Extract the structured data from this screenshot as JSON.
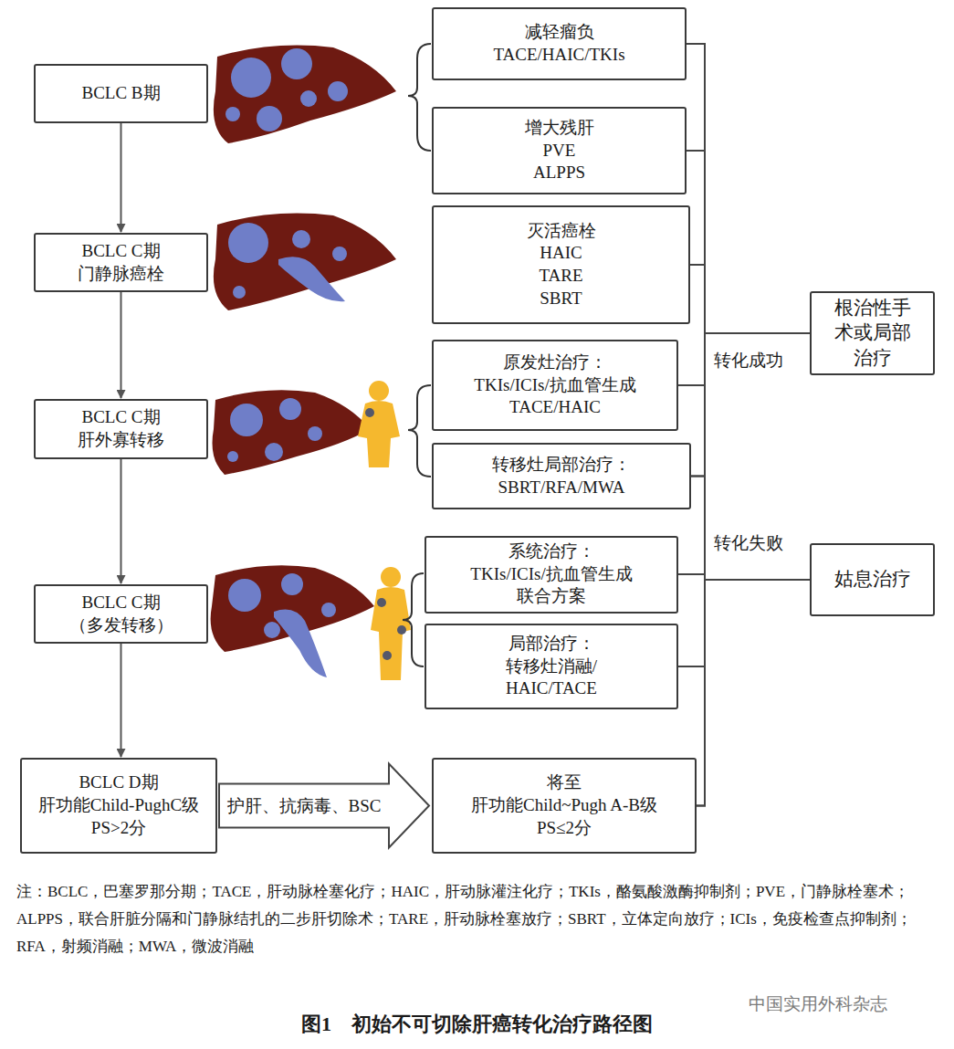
{
  "diagram": {
    "caption": "图1　初始不可切除肝癌转化治疗路径图",
    "nodes": [
      {
        "text": [
          "BCLC B期"
        ]
      },
      {
        "text": [
          "减轻瘤负",
          "TACE/HAIC/TKIs"
        ]
      },
      {
        "text": [
          "增大残肝",
          "PVE",
          "ALPPS"
        ]
      },
      {
        "text": [
          "BCLC C期",
          "门静脉癌栓"
        ]
      },
      {
        "text": [
          "灭活癌栓",
          "HAIC",
          "TARE",
          "SBRT"
        ]
      },
      {
        "text": [
          "原发灶治疗：",
          "TKIs/ICIs/抗血管生成",
          "TACE/HAIC"
        ]
      },
      {
        "text": [
          "根治性手术或局部治疗"
        ]
      },
      {
        "text": [
          "BCLC C期",
          "肝外寡转移"
        ]
      },
      {
        "text": [
          "转移灶局部治疗：",
          "SBRT/RFA/MWA"
        ]
      },
      {
        "text": [
          "系统治疗：",
          "TKIs/ICIs/抗血管生成",
          "联合方案"
        ]
      },
      {
        "text": [
          "姑息治疗"
        ]
      },
      {
        "text": [
          "BCLC C期",
          "（多发转移）"
        ]
      },
      {
        "text": [
          "局部治疗：",
          "转移灶消融/",
          "HAIC/TACE"
        ]
      },
      {
        "text": [
          "BCLC D期",
          "肝功能Child-PughC级",
          "PS>2分"
        ]
      },
      {
        "text": [
          "将至",
          "肝功能Child~Pugh A-B级",
          "PS≤2分"
        ]
      }
    ],
    "edges": [
      {
        "from": 0,
        "to": 3,
        "arrow": "to"
      },
      {
        "from": 3,
        "to": 7,
        "arrow": "to"
      },
      {
        "from": 7,
        "to": 11,
        "arrow": "to"
      },
      {
        "from": 11,
        "to": 13,
        "arrow": "to"
      },
      {
        "from": 13,
        "to": 14,
        "arrow": "to",
        "label": "护肝、抗病毒、BSC"
      },
      {
        "from": 1,
        "to": 6,
        "arrow": "none",
        "label": "转化成功"
      },
      {
        "from": 2,
        "to": 6,
        "arrow": "none"
      },
      {
        "from": 4,
        "to": 6,
        "arrow": "none"
      },
      {
        "from": 5,
        "to": 6,
        "arrow": "none"
      },
      {
        "from": 8,
        "to": 6,
        "arrow": "none"
      },
      {
        "from": 9,
        "to": 6,
        "arrow": "none"
      },
      {
        "from": 12,
        "to": 6,
        "arrow": "none"
      },
      {
        "from": 14,
        "to": 6,
        "arrow": "none"
      },
      {
        "from": 1,
        "to": 10,
        "arrow": "none",
        "label": "转化失败"
      },
      {
        "from": 2,
        "to": 10,
        "arrow": "none"
      },
      {
        "from": 4,
        "to": 10,
        "arrow": "none"
      },
      {
        "from": 5,
        "to": 10,
        "arrow": "none"
      },
      {
        "from": 8,
        "to": 10,
        "arrow": "none"
      },
      {
        "from": 9,
        "to": 10,
        "arrow": "none"
      },
      {
        "from": 12,
        "to": 10,
        "arrow": "none"
      },
      {
        "from": 14,
        "to": 10,
        "arrow": "none"
      }
    ],
    "labels": [
      "注：BCLC，巴塞罗那分期；TACE，肝动脉栓塞化疗；HAIC，肝动脉灌注化疗；TKIs，酪氨酸激酶抑制剂；PVE，门静脉栓塞术；ALPPS，联合肝脏分隔和门静脉结扎的二步肝切除术；TARE，肝动脉栓塞放疗；SBRT，立体定向放疗；ICIs，免疫检查点抑制剂；RFA，射频消融；MWA，微波消融",
      "中国实用外科杂志"
    ]
  }
}
